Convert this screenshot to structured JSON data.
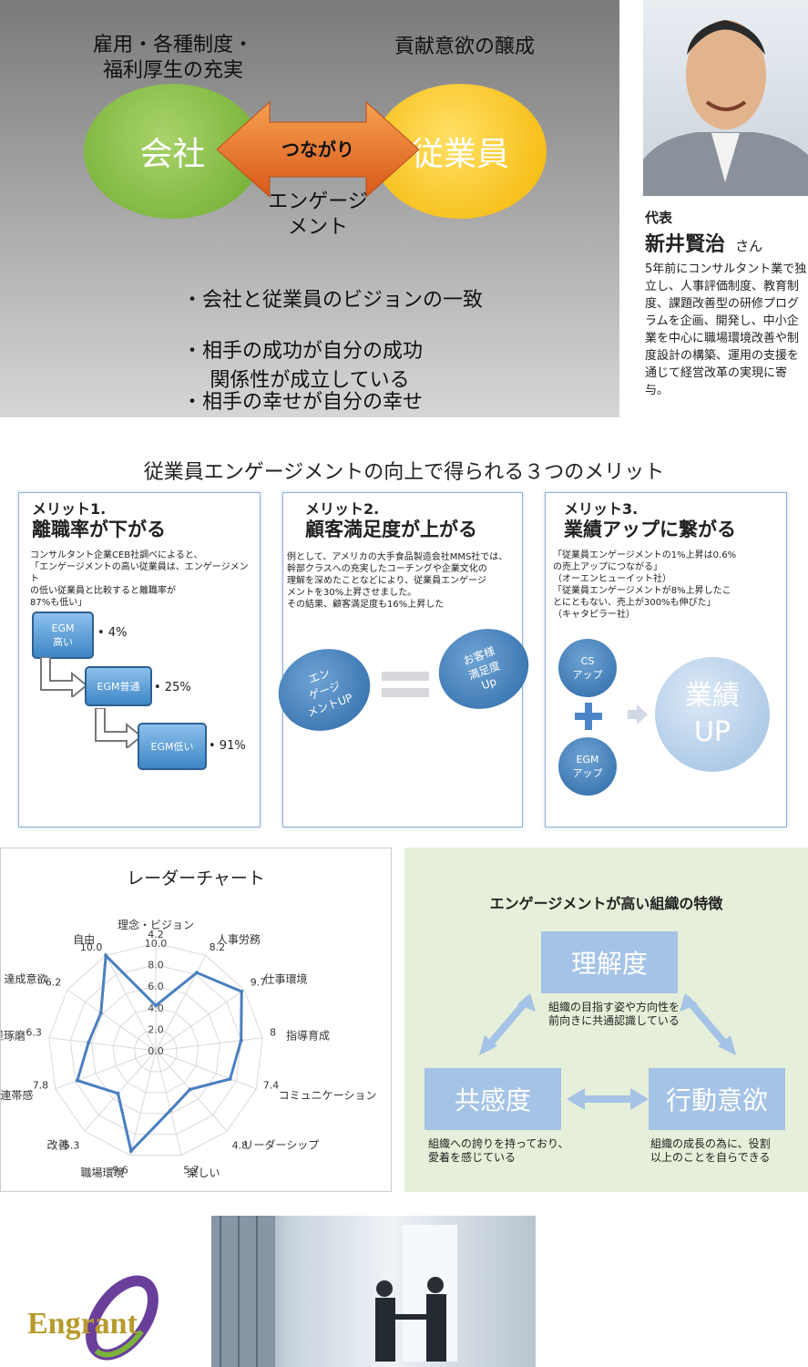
{
  "hero": {
    "left_label": "雇用・各種制度・\n福利厚生の充実",
    "right_label": "貢献意欲の醸成",
    "company": "会社",
    "employee": "従業員",
    "connection": "つながり",
    "engagement": "エンゲージ\nメント",
    "bullets": [
      "・会社と従業員のビジョンの一致",
      "・相手の成功が自分の成功",
      "・相手の幸せが自分の幸せ"
    ],
    "conclusion": "関係性が成立している"
  },
  "profile": {
    "role": "代表",
    "name": "新井賢治",
    "honorific": "さん",
    "bio": "5年前にコンサルタント業で独立し、人事評価制度、教育制度、課題改善型の研修プログラムを企画、開発し、中小企業を中心に職場環境改善や制度設計の構築、運用の支援を通じて経営改革の実現に寄与。"
  },
  "section_title": "従業員エンゲージメントの向上で得られる３つのメリット",
  "merits": [
    {
      "label": "メリット1.",
      "heading": "離職率が下がる",
      "body": "コンサルタント企業CEB社調べによると、\n「エンゲージメントの高い従業員は、エンゲージメント\nの低い従業員と比較すると離職率が\n87%も低い」",
      "boxes": [
        {
          "label": "EGM\n高い",
          "value": "• 4%"
        },
        {
          "label": "EGM普通",
          "value": "• 25%"
        },
        {
          "label": "EGM低い",
          "value": "• 91%"
        }
      ]
    },
    {
      "label": "メリット2.",
      "heading": "顧客満足度が上がる",
      "body": "例として、アメリカの大手食品製造会社MMS社では、\n幹部クラスへの充実したコーチングや企業文化の\n理解を深めたことなどにより、従業員エンゲージ\nメントを30%上昇させました。\nその結果、顧客満足度も16%上昇した",
      "disc_left": "エン\nゲージ\nメントUP",
      "disc_right": "お客様\n満足度\nUp"
    },
    {
      "label": "メリット3.",
      "heading": "業績アップに繋がる",
      "body": "「従業員エンゲージメントの1%上昇は0.6%\nの売上アップにつながる」\n（オーエンヒューイット社）\n「従業員エンゲージメントが8%上昇したこ\nとにともない、売上が300%も伸びた」\n（キャタピラー社）",
      "cs": "CS\nアップ",
      "egm": "EGM\nアップ",
      "result": "業績\nUP"
    }
  ],
  "radar": {
    "title": "レーダーチャート",
    "colors": {
      "line": "#4a7fc0",
      "grid": "#d9d9d9"
    }
  },
  "chart_data": {
    "type": "radar",
    "title": "レーダーチャート",
    "categories": [
      "理念・ビジョン",
      "人事労務",
      "仕事環境",
      "指導育成",
      "コミュニケーション",
      "リーダーシップ",
      "楽しい",
      "職場環境",
      "改善",
      "連帯感",
      "切磋琢磨",
      "達成意欲",
      "自由"
    ],
    "values": [
      4.2,
      8.2,
      9.7,
      8,
      7.4,
      4.8,
      5.7,
      9.6,
      5.3,
      7.8,
      6.3,
      6.2,
      10.0
    ],
    "value_labels": [
      "4.2",
      "8.2",
      "9.7",
      "8",
      "7.4",
      "4.8",
      "5.7",
      "9.6",
      "5.3",
      "7.8",
      "6.3",
      "6.2",
      "10.0"
    ],
    "scale_ticks": [
      "0.0",
      "2.0",
      "4.0",
      "6.0",
      "8.0",
      "10.0"
    ],
    "range": [
      0,
      10
    ]
  },
  "features": {
    "title": "エンゲージメントが高い組織の特徴",
    "understanding": "理解度",
    "understanding_desc": "組織の目指す姿や方向性を\n前向きに共通認識している",
    "empathy": "共感度",
    "empathy_desc": "組織への誇りを持っており、\n愛着を感じている",
    "action": "行動意欲",
    "action_desc": "組織の成長の為に、役割\n以上のことを自らできる"
  },
  "footer": {
    "logo_text": "Engrant"
  }
}
